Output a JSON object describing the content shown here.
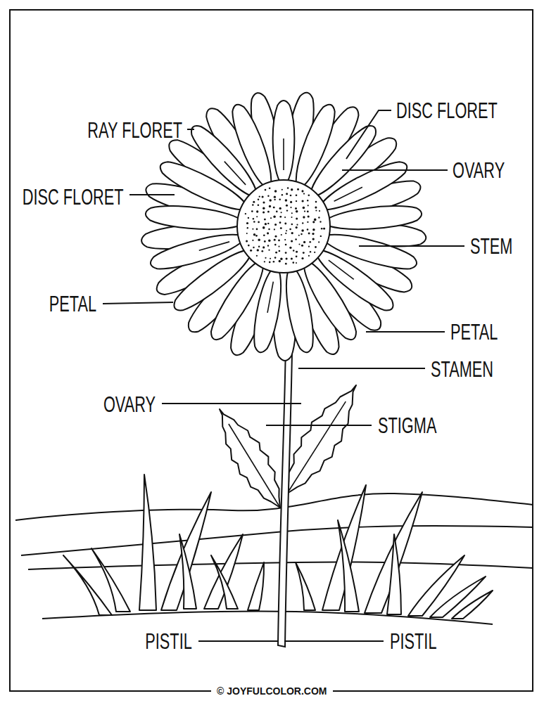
{
  "diagram": {
    "labels": [
      "DISC FLORET",
      "RAY FLORET",
      "OVARY",
      "DISC FLORET",
      "STEM",
      "PETAL",
      "PETAL",
      "STAMEN",
      "OVARY",
      "STIGMA",
      "PISTIL",
      "PISTIL",
      "© JOYFULCOLOR.COM"
    ]
  }
}
